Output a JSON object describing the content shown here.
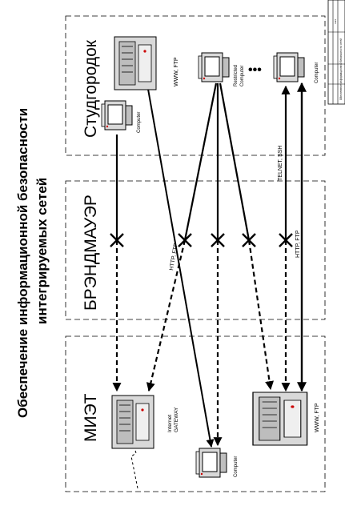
{
  "title": {
    "line1": "Обеспечение информационной безопасности",
    "line2": "интегрируемых сетей"
  },
  "zones": {
    "campus": "Студгородок",
    "firewall": "БРЭНДМАУЭР",
    "miet": "МИЭТ"
  },
  "nodes": {
    "campus_computer": "Computer",
    "campus_server": "WWW, FTP",
    "restricted_l1": "Restricted",
    "restricted_l2": "Computer",
    "campus_computer_right": "Computer",
    "ellipsis": "•••",
    "miet_gateway_l1": "Internet",
    "miet_gateway_l2": "GATEWAY",
    "miet_server": "WWW, FTP",
    "miet_computer": "Computer"
  },
  "links": {
    "http_ftp_left": "HTTP, FTP",
    "telnet_ssh": "TELNET, SSH",
    "http_ftp_right": "HTTP, FTP"
  },
  "title_block": {
    "text": "Обеспечение информационной безопасности сетей",
    "small": "лист"
  },
  "colors": {
    "line": "#000000",
    "server": "#cfcfcf",
    "screen": "#ffffff"
  }
}
